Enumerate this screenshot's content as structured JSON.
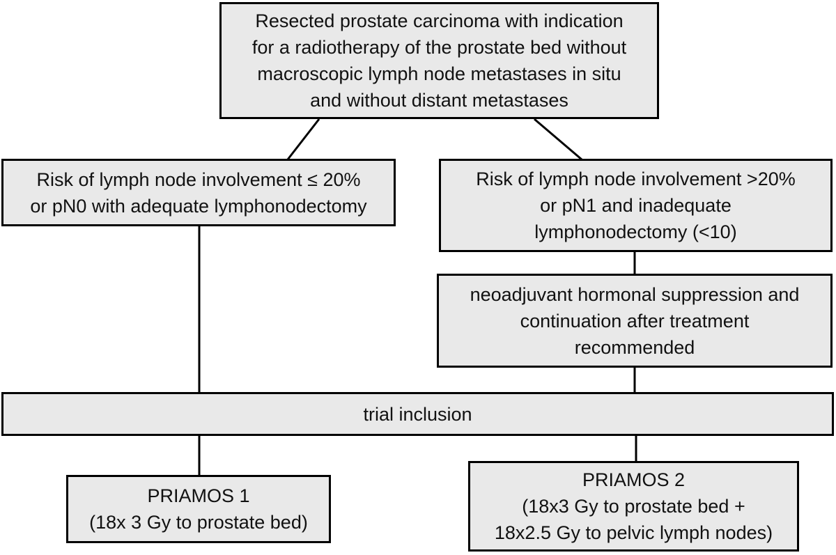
{
  "palette": {
    "box_fill": "#e9e9e9",
    "box_border": "#000000",
    "line_color": "#000000",
    "text_color": "#111111",
    "background": "#ffffff"
  },
  "nodes": {
    "root": {
      "lines": [
        "Resected prostate carcinoma with indication",
        "for a radiotherapy of the prostate bed without",
        "macroscopic lymph node metastases in situ",
        "and without distant metastases"
      ]
    },
    "low_risk": {
      "lines": [
        "Risk of lymph node involvement ≤ 20%",
        "or pN0 with adequate lymphonodectomy"
      ]
    },
    "high_risk": {
      "lines": [
        "Risk of lymph node involvement >20%",
        "or pN1 and inadequate",
        "lymphonodectomy (<10)"
      ]
    },
    "hormonal": {
      "lines": [
        "neoadjuvant hormonal suppression and",
        "continuation after treatment",
        "recommended"
      ]
    },
    "trial_inclusion": {
      "lines": [
        "trial inclusion"
      ]
    },
    "priamos1": {
      "lines": [
        "PRIAMOS 1",
        "(18x 3 Gy to prostate bed)"
      ]
    },
    "priamos2": {
      "lines": [
        "PRIAMOS 2",
        "(18x3 Gy to prostate bed +",
        "18x2.5 Gy to pelvic lymph nodes)"
      ]
    }
  }
}
